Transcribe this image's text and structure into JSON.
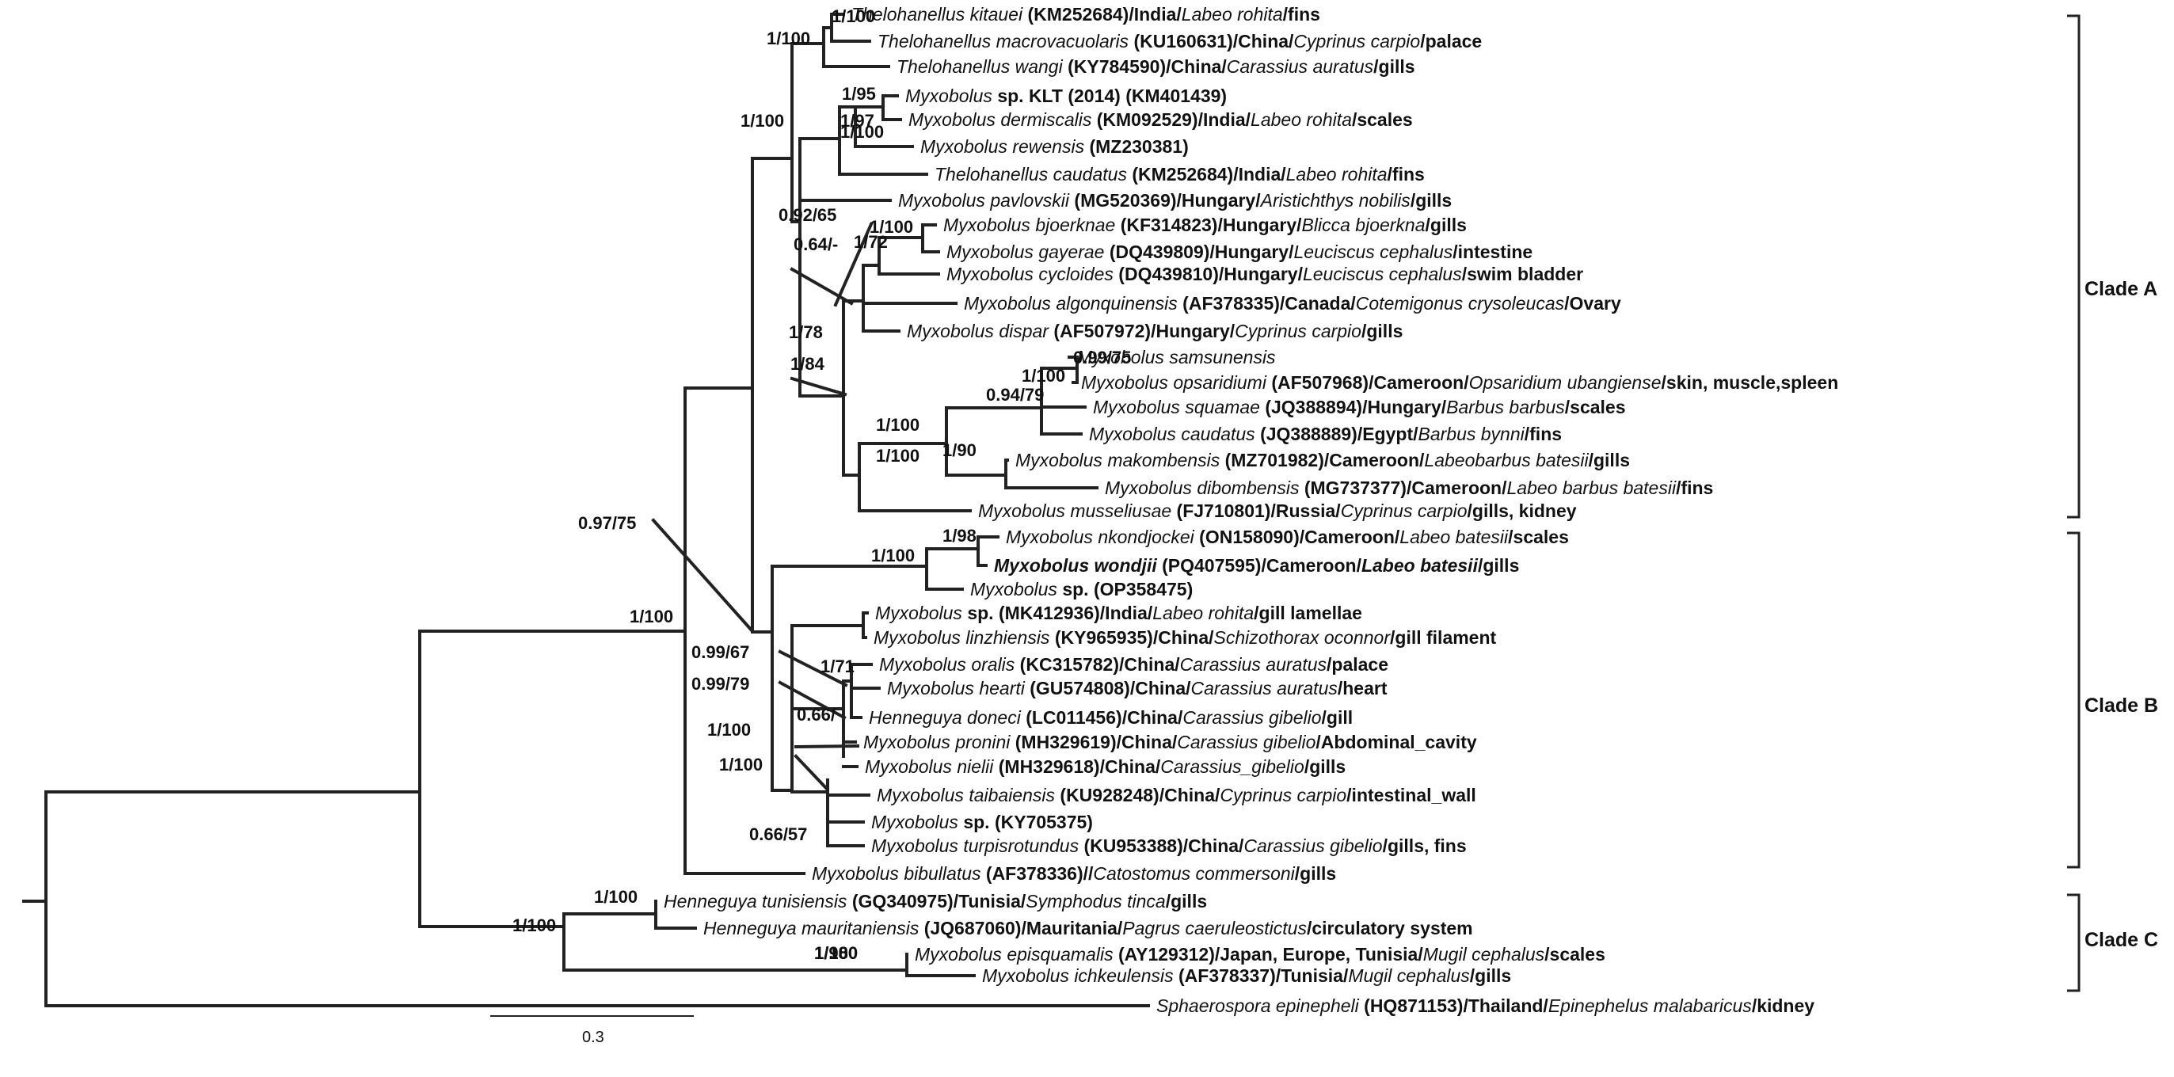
{
  "taxa": [
    {
      "sp": "Thelohanellus kitauei",
      "acc": "KM252684",
      "country": "India",
      "host": "Labeo rohita",
      "organ": "fins"
    },
    {
      "sp": "Thelohanellus macrovacuolaris",
      "acc": "KU160631",
      "country": "China",
      "host": "Cyprinus carpio",
      "organ": "palace"
    },
    {
      "sp": "Thelohanellus wangi",
      "acc": "KY784590",
      "country": "China",
      "host": "Carassius auratus",
      "organ": "gills"
    },
    {
      "sp": "Myxobolus",
      "sp2": "sp. KLT (2014)",
      "acc": "KM401439"
    },
    {
      "sp": "Myxobolus dermiscalis",
      "acc": "KM092529",
      "country": "India",
      "host": "Labeo rohita",
      "organ": "scales"
    },
    {
      "sp": "Myxobolus rewensis",
      "acc": "MZ230381"
    },
    {
      "sp": "Thelohanellus caudatus",
      "acc": "KM252684",
      "country": "India",
      "host": "Labeo rohita",
      "organ": "fins"
    },
    {
      "sp": "Myxobolus pavlovskii",
      "acc": "MG520369",
      "country": "Hungary",
      "host": "Aristichthys nobilis",
      "organ": "gills"
    },
    {
      "sp": "Myxobolus bjoerknae",
      "acc": "KF314823",
      "country": "Hungary",
      "host": "Blicca bjoerkna",
      "organ": "gills"
    },
    {
      "sp": "Myxobolus gayerae",
      "acc": "DQ439809",
      "country": "Hungary",
      "host": "Leuciscus  cephalus",
      "organ": "intestine"
    },
    {
      "sp": "Myxobolus cycloides",
      "acc": "DQ439810",
      "country": "Hungary",
      "host": "Leuciscus  cephalus",
      "organ": "swim bladder"
    },
    {
      "sp": "Myxobolus algonquinensis",
      "acc": "AF378335",
      "country": "Canada",
      "host": "Cotemigonus crysoleucas",
      "organ": "Ovary"
    },
    {
      "sp": "Myxobolus dispar",
      "acc": "AF507972",
      "country": "Hungary",
      "host": "Cyprinus carpio",
      "organ": "gills"
    },
    {
      "sp": "Myxobolus samsunensis"
    },
    {
      "sp": "Myxobolus opsaridiumi",
      "acc": "AF507968",
      "country": "Cameroon",
      "host": "Opsaridium ubangiense",
      "organ": "skin, muscle,spleen"
    },
    {
      "sp": "Myxobolus squamae",
      "acc": "JQ388894",
      "country": "Hungary",
      "host": "Barbus barbus",
      "organ": "scales"
    },
    {
      "sp": "Myxobolus caudatus",
      "acc": "JQ388889",
      "country": "Egypt",
      "host": "Barbus bynni",
      "organ": "fins"
    },
    {
      "sp": "Myxobolus makombensis",
      "acc": "MZ701982",
      "country": "Cameroon",
      "host": "Labeobarbus batesii",
      "organ": "gills"
    },
    {
      "sp": "Myxobolus dibombensis",
      "acc": "MG737377",
      "country": "Cameroon",
      "host": "Labeo barbus  batesii",
      "organ": "fins"
    },
    {
      "sp": "Myxobolus musseliusae",
      "acc": "FJ710801",
      "country": "Russia",
      "host": "Cyprinus carpio",
      "organ": "gills, kidney"
    },
    {
      "sp": "Myxobolus nkondjockei",
      "acc": "ON158090",
      "country": "Cameroon",
      "host": "Labeo batesii",
      "organ": "scales"
    },
    {
      "sp": "Myxobolus wondjii",
      "acc": "PQ407595",
      "country": "Cameroon",
      "host": "Labeo batesii",
      "organ": "gills",
      "highlight": true
    },
    {
      "sp": "Myxobolus",
      "sp2": "sp.",
      "acc": "OP358475"
    },
    {
      "sp": "Myxobolus",
      "sp2": "sp.",
      "acc": "MK412936",
      "country": "India",
      "host": "Labeo rohita",
      "organ": "gill lamellae"
    },
    {
      "sp": "Myxobolus linzhiensis",
      "acc": "KY965935",
      "country": "China",
      "host": "Schizothorax oconnor",
      "organ": "gill filament"
    },
    {
      "sp": "Myxobolus oralis",
      "acc": "KC315782",
      "country": "China",
      "host": "Carassius auratus",
      "organ": "palace"
    },
    {
      "sp": "Myxobolus hearti",
      "acc": "GU574808",
      "country": "China",
      "host": "Carassius auratus",
      "organ": "heart"
    },
    {
      "sp": "Henneguya doneci",
      "acc": "LC011456",
      "country": "China",
      "host": "Carassius gibelio",
      "organ": "gill"
    },
    {
      "sp": "Myxobolus pronini",
      "acc": "MH329619",
      "country": "China",
      "host": "Carassius gibelio",
      "organ": "Abdominal_cavity"
    },
    {
      "sp": "Myxobolus nielii",
      "acc": "MH329618",
      "country": "China",
      "host": "Carassius_gibelio",
      "organ": "gills"
    },
    {
      "sp": "Myxobolus taibaiensis",
      "acc": "KU928248",
      "country": "China",
      "host": "Cyprinus carpio",
      "organ": "intestinal_wall"
    },
    {
      "sp": "Myxobolus",
      "sp2": "sp.",
      "acc": "KY705375"
    },
    {
      "sp": "Myxobolus turpisrotundus",
      "acc": "KU953388",
      "country": "China",
      "host": "Carassius gibelio",
      "organ": "gills, fins"
    },
    {
      "sp": "Myxobolus bibullatus",
      "acc": "AF378336",
      "country": "",
      "host": "Catostomus commersoni",
      "organ": "gills"
    },
    {
      "sp": "Henneguya tunisiensis",
      "acc": "GQ340975",
      "country": "Tunisia",
      "host": "Symphodus tinca",
      "organ": "gills"
    },
    {
      "sp": "Henneguya mauritaniensis",
      "acc": "JQ687060",
      "country": "Mauritania",
      "host": "Pagrus  caeruleostictus",
      "organ": "circulatory system"
    },
    {
      "sp": "Myxobolus episquamalis",
      "acc": "AY129312",
      "country": "Japan, Europe, Tunisia",
      "host": "Mugil cephalus",
      "organ": "scales"
    },
    {
      "sp": "Myxobolus ichkeulensis",
      "acc": "AF378337",
      "country": "Tunisia",
      "host": "Mugil cephalus",
      "organ": "gills"
    },
    {
      "sp": "Sphaerospora epinepheli",
      "acc": "HQ871153",
      "country": "Thailand",
      "host": "Epinephelus  malabaricus",
      "organ": "kidney"
    }
  ],
  "supports": [
    "1/100",
    "1/100",
    "1/100",
    "1/95",
    "1/97",
    "1/100",
    "0.92/65",
    "1/100",
    "1/72",
    "0.64/-",
    "1/78",
    "1/84",
    "0.99/75",
    "1/100",
    "0.94/79",
    "1/100",
    "1/90",
    "1/100",
    "1/98",
    "1/100",
    "0.97/75",
    "1/100",
    "0.99/67",
    "1/71",
    "0.99/79",
    "0.66/",
    "1/100",
    "1/100",
    "0.66/57",
    "1/100",
    "1/100",
    "1/98",
    "1/100",
    "1/100"
  ],
  "clades": [
    "Clade A",
    "Clade B",
    "Clade C"
  ],
  "scale_bar": "0.3"
}
